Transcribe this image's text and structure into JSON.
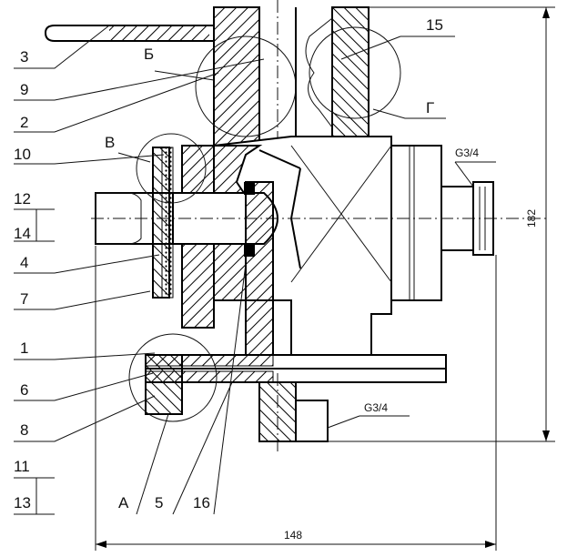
{
  "labels": {
    "n3": "3",
    "n9": "9",
    "n2": "2",
    "n10": "10",
    "n12": "12",
    "n14": "14",
    "n4": "4",
    "n7": "7",
    "n1": "1",
    "n6": "6",
    "n8": "8",
    "n11": "11",
    "n13": "13",
    "n15": "15",
    "A": "А",
    "n5": "5",
    "n16": "16",
    "B_cyr": "Б",
    "V_cyr": "В",
    "G_cyr": "Г"
  },
  "dimensions": {
    "thread_side": "G3/4",
    "thread_bottom": "G3/4",
    "height": "182",
    "width": "148"
  },
  "colors": {
    "ink": "#111111",
    "paper": "#ffffff"
  }
}
